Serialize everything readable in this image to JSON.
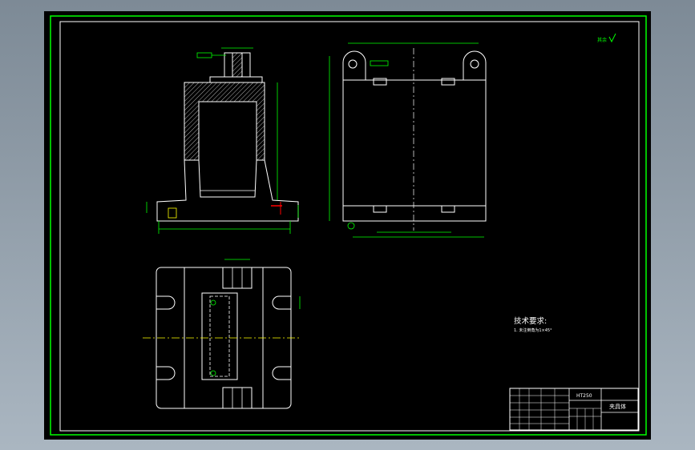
{
  "colors": {
    "border": "#00ff00",
    "outline": "#ffffff",
    "dimension": "#00ff00",
    "centerline": "#ffff00",
    "section_cut": "#ff0000",
    "background": "#000000",
    "frame_bg": "#8c99a5"
  },
  "tech_req": {
    "title": "技术要求:",
    "item1": "1. 未注倒角为1×45°"
  },
  "title_block": {
    "part_code": "HT250",
    "name": "夹具体"
  },
  "roughness_note": {
    "label": "其余"
  }
}
